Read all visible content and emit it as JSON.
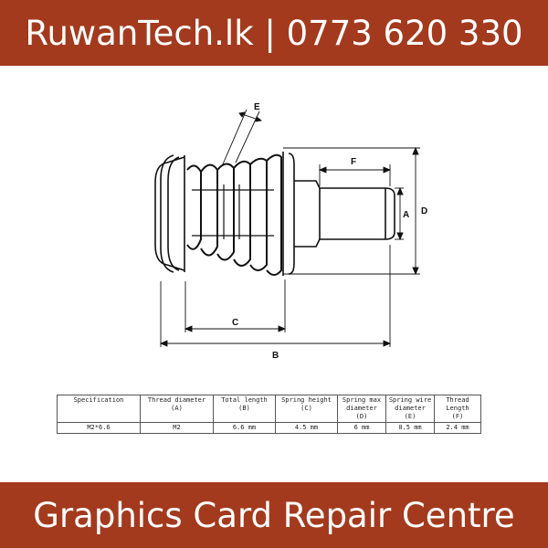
{
  "header": {
    "title": "RuwanTech.lk | 0773 620 330"
  },
  "footer": {
    "title": "Graphics Card Repair Centre"
  },
  "drawing": {
    "labels": {
      "a": "A",
      "b": "B",
      "c": "C",
      "d": "D",
      "e": "E",
      "f": "F"
    }
  },
  "table": {
    "headers": [
      [
        "Specification"
      ],
      [
        "Thread diameter",
        "(A)"
      ],
      [
        "Total length",
        "(B)"
      ],
      [
        "Spring height",
        "(C)"
      ],
      [
        "Spring max",
        "diameter",
        "(D)"
      ],
      [
        "Spring wire",
        "diameter",
        "(E)"
      ],
      [
        "Thread",
        "Length",
        "(F)"
      ]
    ],
    "row": [
      "M2*6.6",
      "M2",
      "6.6 mm",
      "4.5 mm",
      "6 mm",
      "0.5 mm",
      "2.4 mm"
    ]
  },
  "colors": {
    "banner": "#a33a1e",
    "banner_text": "#ffffff",
    "line": "#111111"
  }
}
